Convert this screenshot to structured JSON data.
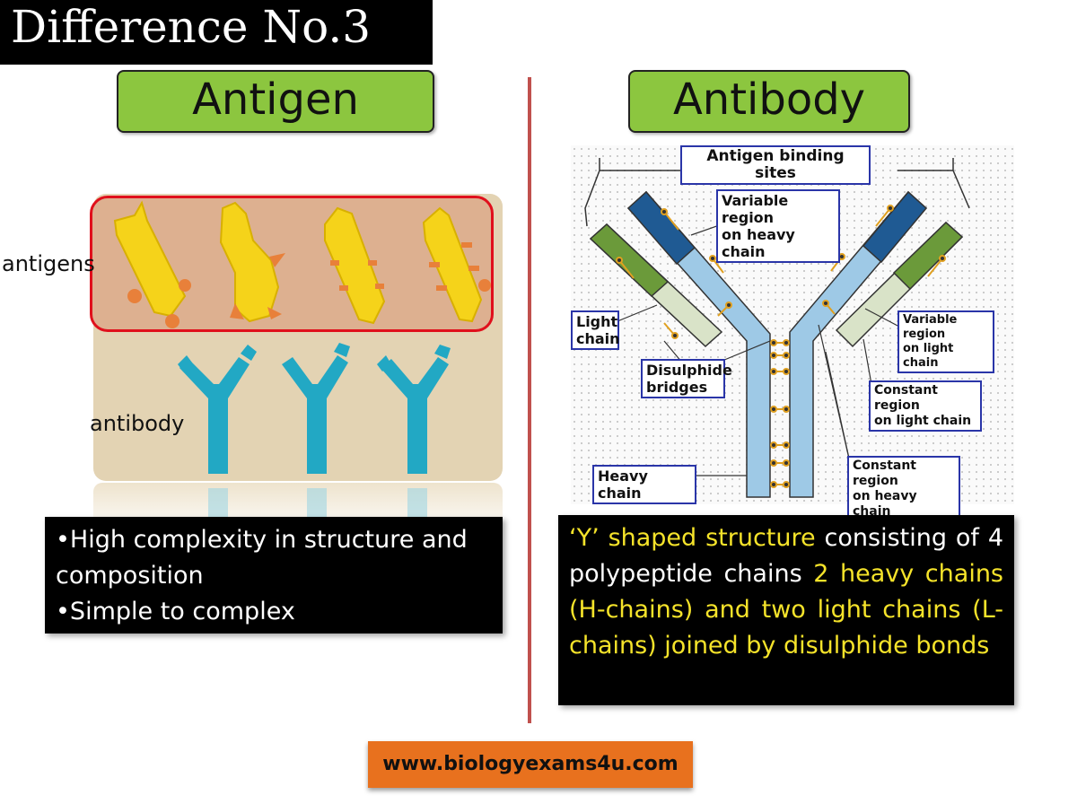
{
  "title": "Difference No.3",
  "left": {
    "heading": "Antigen",
    "label_antigens": "antigens",
    "label_antibody": "antibody",
    "bullet_1": "•High complexity in structure and composition",
    "bullet_2": "•Simple to complex"
  },
  "right": {
    "heading": "Antibody",
    "callouts": {
      "binding_sites": "Antigen binding sites",
      "variable_heavy_1": "Variable region",
      "variable_heavy_2": "on heavy chain",
      "light_chain_1": "Light",
      "light_chain_2": "chain",
      "variable_light_1": "Variable region",
      "variable_light_2": "on light chain",
      "disulphide_1": "Disulphide",
      "disulphide_2": "bridges",
      "constant_light_1": "Constant region",
      "constant_light_2": "on light chain",
      "heavy_chain": "Heavy chain",
      "constant_heavy_1": "Constant region",
      "constant_heavy_2": "on heavy chain"
    },
    "description": {
      "part_1": "‘Y’ shaped structure",
      "part_2": " consisting of 4 polypeptide chains ",
      "part_3": "2 heavy chains (H-chains) and two light chains (L-chains) joined by disulphide bonds"
    }
  },
  "footer_url": "www.biologyexams4u.com",
  "colors": {
    "heading_green": "#8cc63f",
    "divider_red": "#c0504d",
    "antigen_yellow": "#f5d31a",
    "antibody_cyan": "#22a8c4",
    "highlight_yellow": "#f5e32a",
    "url_orange": "#e8711e"
  }
}
